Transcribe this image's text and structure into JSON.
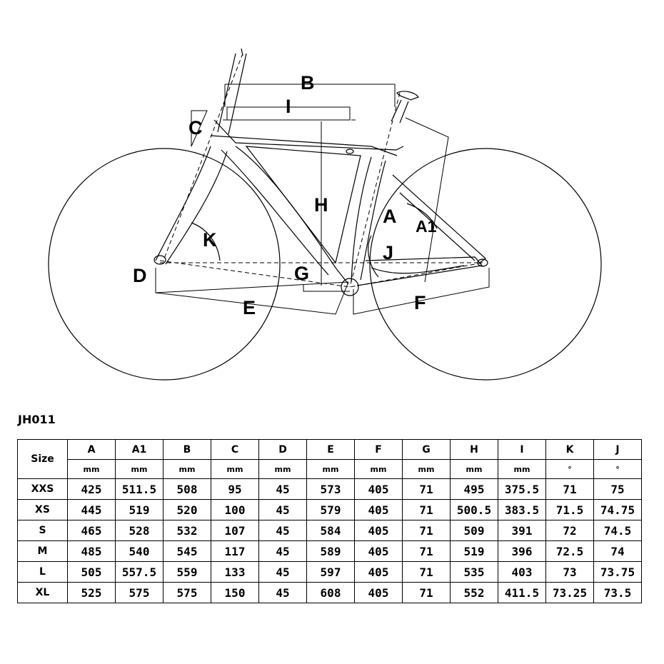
{
  "diagram": {
    "labels": {
      "A": "A",
      "A1": "A1",
      "B": "B",
      "C": "C",
      "D": "D",
      "E": "E",
      "F": "F",
      "G": "G",
      "H": "H",
      "I": "I",
      "J": "J",
      "K": "K"
    }
  },
  "model": "JH011",
  "table": {
    "size_header": "Size",
    "columns": [
      {
        "key": "A",
        "unit": "mm"
      },
      {
        "key": "A1",
        "unit": "mm"
      },
      {
        "key": "B",
        "unit": "mm"
      },
      {
        "key": "C",
        "unit": "mm"
      },
      {
        "key": "D",
        "unit": "mm"
      },
      {
        "key": "E",
        "unit": "mm"
      },
      {
        "key": "F",
        "unit": "mm"
      },
      {
        "key": "G",
        "unit": "mm"
      },
      {
        "key": "H",
        "unit": "mm"
      },
      {
        "key": "I",
        "unit": "mm"
      },
      {
        "key": "K",
        "unit": "°"
      },
      {
        "key": "J",
        "unit": "°"
      }
    ],
    "rows": [
      {
        "size": "XXS",
        "values": [
          "425",
          "511.5",
          "508",
          "95",
          "45",
          "573",
          "405",
          "71",
          "495",
          "375.5",
          "71",
          "75"
        ]
      },
      {
        "size": "XS",
        "values": [
          "445",
          "519",
          "520",
          "100",
          "45",
          "579",
          "405",
          "71",
          "500.5",
          "383.5",
          "71.5",
          "74.75"
        ]
      },
      {
        "size": "S",
        "values": [
          "465",
          "528",
          "532",
          "107",
          "45",
          "584",
          "405",
          "71",
          "509",
          "391",
          "72",
          "74.5"
        ]
      },
      {
        "size": "M",
        "values": [
          "485",
          "540",
          "545",
          "117",
          "45",
          "589",
          "405",
          "71",
          "519",
          "396",
          "72.5",
          "74"
        ]
      },
      {
        "size": "L",
        "values": [
          "505",
          "557.5",
          "559",
          "133",
          "45",
          "597",
          "405",
          "71",
          "535",
          "403",
          "73",
          "73.75"
        ]
      },
      {
        "size": "XL",
        "values": [
          "525",
          "575",
          "575",
          "150",
          "45",
          "608",
          "405",
          "71",
          "552",
          "411.5",
          "73.25",
          "73.5"
        ]
      }
    ]
  }
}
